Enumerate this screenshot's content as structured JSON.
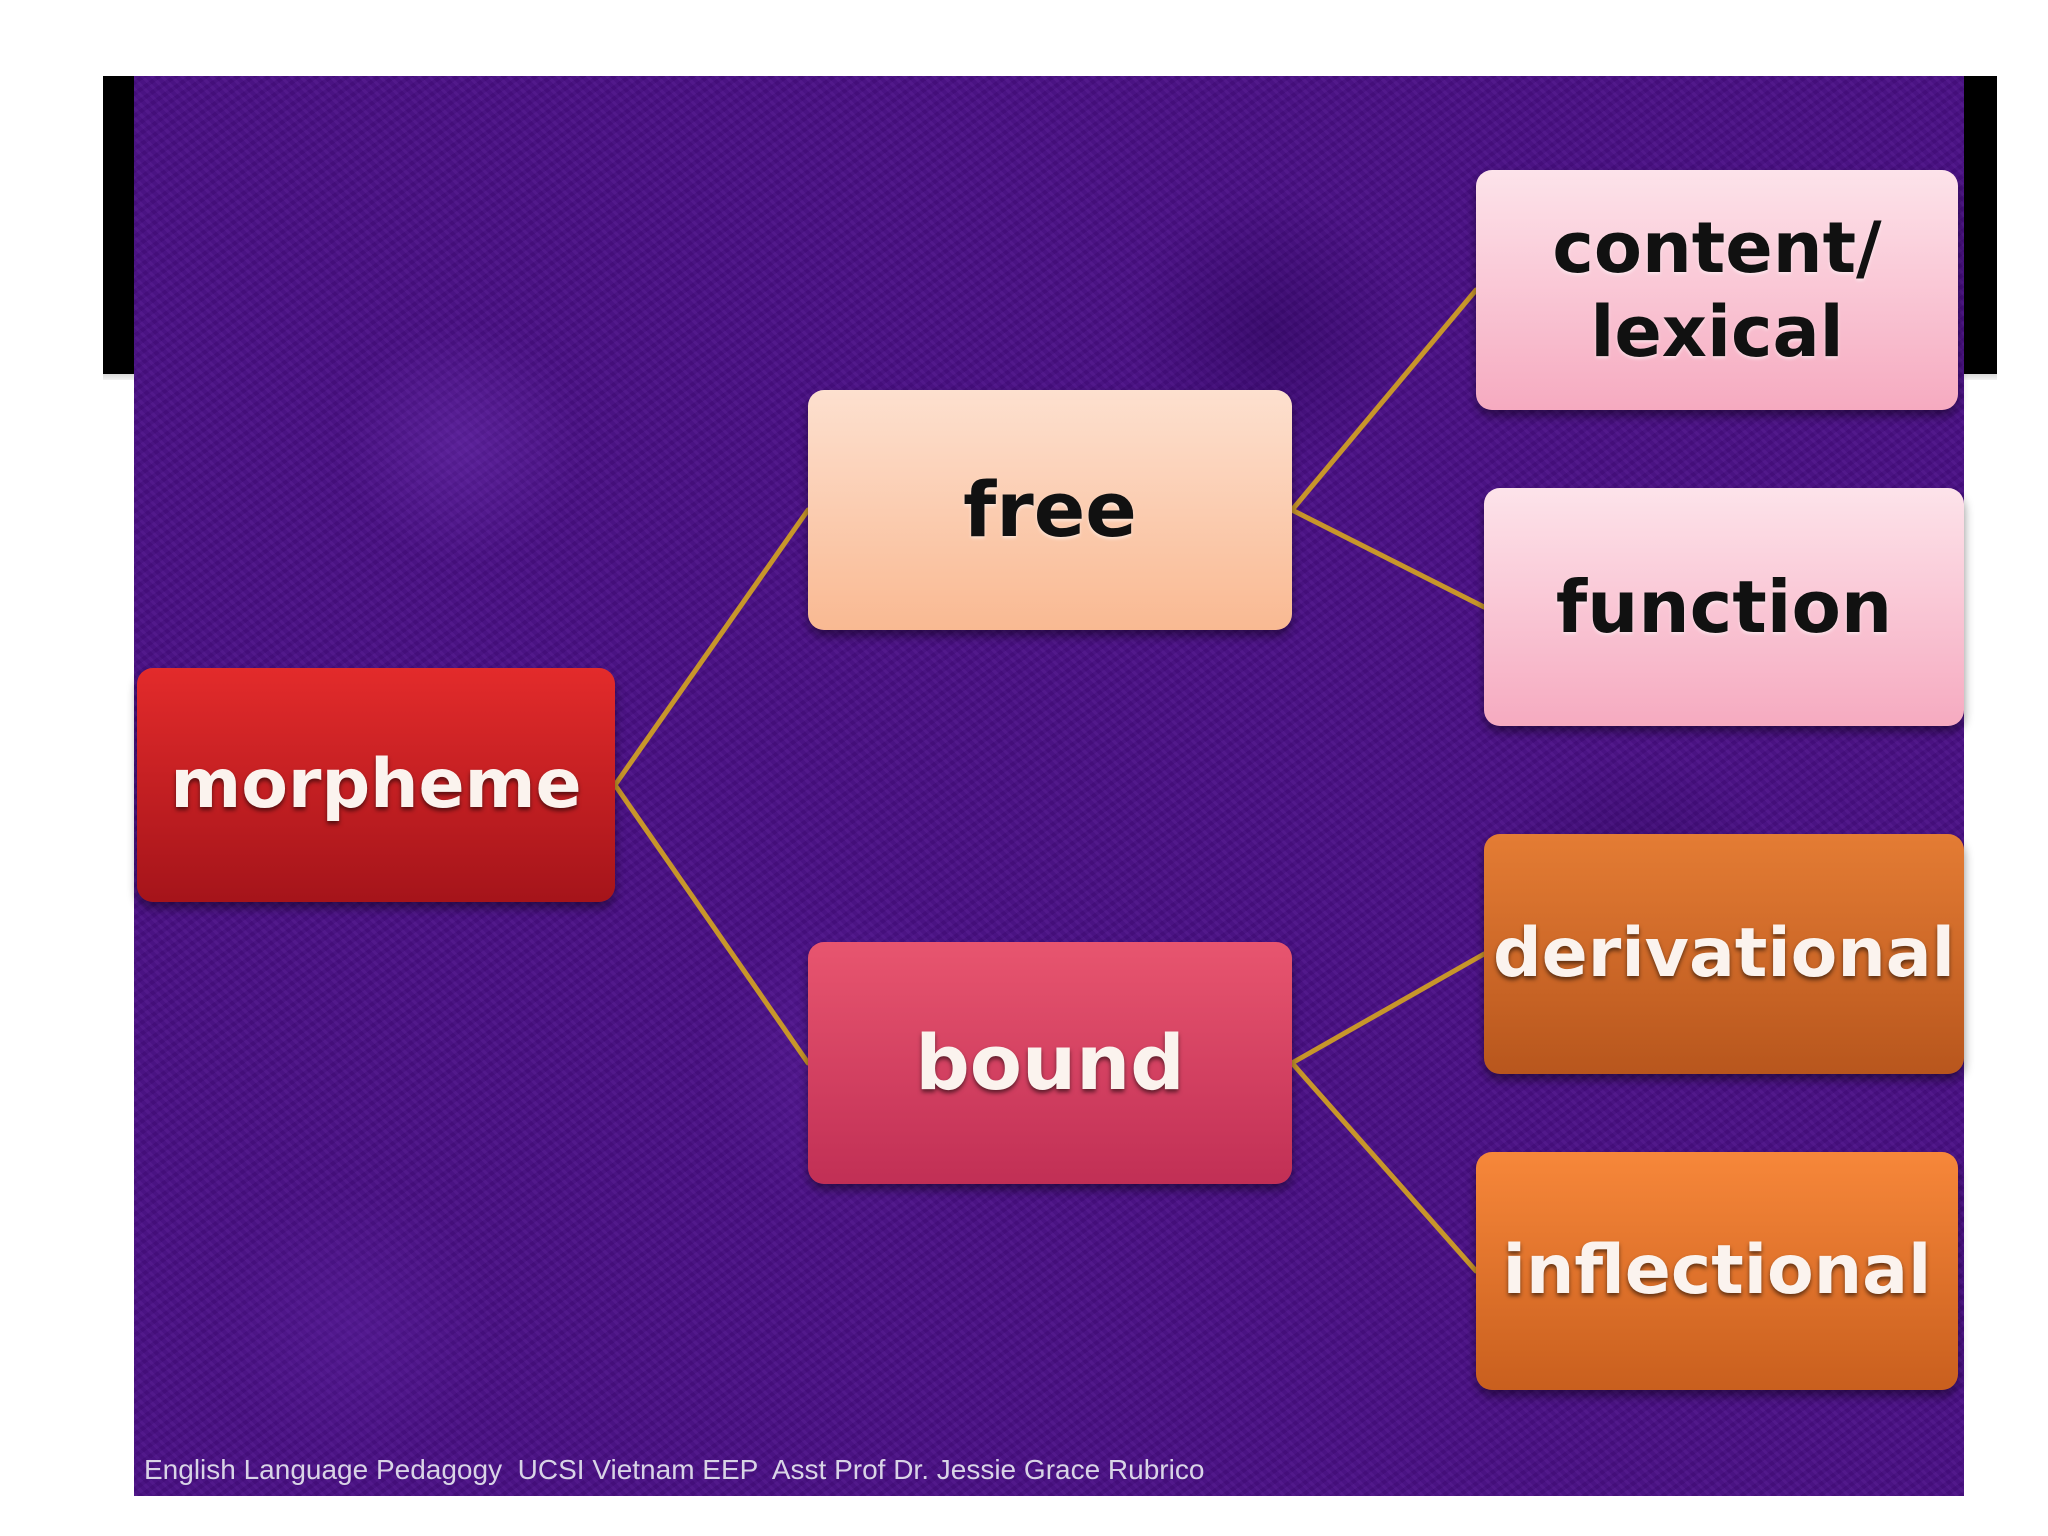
{
  "diagram": {
    "root": {
      "label": "morpheme"
    },
    "free": {
      "label": "free",
      "children": [
        {
          "label": "content/\nlexical"
        },
        {
          "label": "function"
        }
      ]
    },
    "bound": {
      "label": "bound",
      "children": [
        {
          "label": "derivational"
        },
        {
          "label": "inflectional"
        }
      ]
    },
    "connector_color": "#c8962a"
  },
  "footer": {
    "text": "English Language Pedagogy  UCSI Vietnam EEP  Asst Prof Dr. Jessie Grace Rubrico"
  },
  "colors": {
    "background": "#4a0f86",
    "header_bar": "#000000"
  }
}
